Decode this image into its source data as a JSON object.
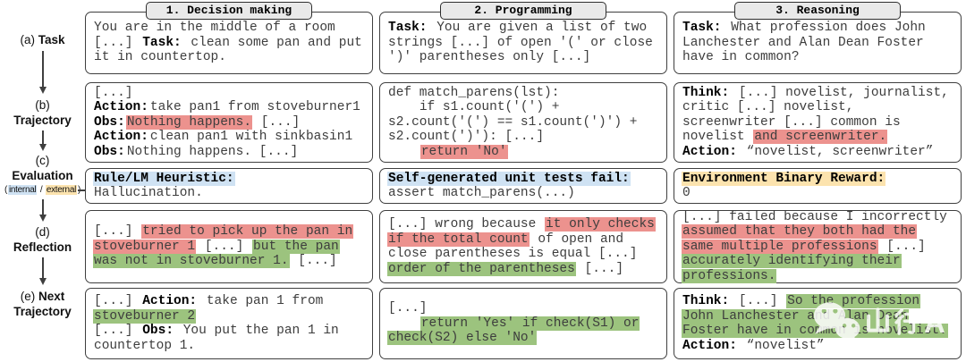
{
  "figure": {
    "rail": {
      "a": [
        {
          "t": "(a) "
        },
        {
          "t": "Task",
          "b": true
        }
      ],
      "b1": "(b)",
      "b2": "Trajectory",
      "c1": "(c)",
      "c2": "Evaluation",
      "c_sub": [
        {
          "t": "("
        },
        {
          "t": "internal",
          "hl": "blue"
        },
        {
          "t": " / "
        },
        {
          "t": "external",
          "hl": "yellow"
        },
        {
          "t": ")"
        }
      ],
      "d1": "(d)",
      "d2": "Reflection",
      "e1": [
        {
          "t": "(e) "
        },
        {
          "t": "Next",
          "b": true
        }
      ],
      "e2": "Trajectory"
    },
    "columns": [
      {
        "header": "1. Decision making",
        "task": [
          {
            "t": "You are in the middle of a room\n[...] "
          },
          {
            "t": "Task:",
            "b": true
          },
          {
            "t": " clean some pan and put\nit in countertop."
          }
        ],
        "trajectory": [
          {
            "t": "[...]\n"
          },
          {
            "t": "Action:",
            "b": true
          },
          {
            "t": "take pan1 from stoveburner1\n"
          },
          {
            "t": "Obs:",
            "b": true
          },
          {
            "t": "Nothing happens.",
            "hl": "red"
          },
          {
            "t": " [...]\n"
          },
          {
            "t": "Action:",
            "b": true
          },
          {
            "t": "clean pan1 with sinkbasin1\n"
          },
          {
            "t": "Obs:",
            "b": true
          },
          {
            "t": "Nothing happens. [...]"
          }
        ],
        "evaluation": [
          {
            "t": "Rule/LM Heuristic:",
            "b": true,
            "hl": "blue"
          },
          {
            "t": "\nHallucination."
          }
        ],
        "reflection": [
          {
            "t": "[...] "
          },
          {
            "t": "tried to pick up the pan in\nstoveburner 1",
            "hl": "red"
          },
          {
            "t": " [...] "
          },
          {
            "t": "but the pan\nwas not in stoveburner 1.",
            "hl": "green"
          },
          {
            "t": " [...]"
          }
        ],
        "next_trajectory": [
          {
            "t": "[...] "
          },
          {
            "t": "Action:",
            "b": true
          },
          {
            "t": " take pan 1 from\n"
          },
          {
            "t": "stoveburner 2",
            "hl": "green"
          },
          {
            "t": "\n[...] "
          },
          {
            "t": "Obs:",
            "b": true
          },
          {
            "t": " You put the pan 1 in\ncountertop 1."
          }
        ]
      },
      {
        "header": "2. Programming",
        "task": [
          {
            "t": "Task:",
            "b": true
          },
          {
            "t": " You are given a list of two\nstrings [...] of open '(' or close\n')' parentheses only [...]"
          }
        ],
        "trajectory": [
          {
            "t": "def match_parens(lst):\n    if s1.count('(') +\ns2.count('(') == s1.count(')') +\ns2.count(')'): [...]\n    "
          },
          {
            "t": "return 'No'",
            "hl": "red"
          }
        ],
        "evaluation": [
          {
            "t": "Self-generated unit tests fail:",
            "b": true,
            "hl": "blue"
          },
          {
            "t": "\nassert match_parens(...)"
          }
        ],
        "reflection": [
          {
            "t": "[...] wrong because "
          },
          {
            "t": "it only checks\nif the total count",
            "hl": "red"
          },
          {
            "t": " of open and\nclose parentheses is equal [...]\n"
          },
          {
            "t": "order of the parentheses",
            "hl": "green"
          },
          {
            "t": " [...]"
          }
        ],
        "next_trajectory": [
          {
            "t": "[...]\n    "
          },
          {
            "t": "return 'Yes' if check(S1) or\ncheck(S2) else 'No'",
            "hl": "green"
          }
        ]
      },
      {
        "header": "3. Reasoning",
        "task": [
          {
            "t": "Task:",
            "b": true
          },
          {
            "t": " What profession does John\nLanchester and Alan Dean Foster\nhave in common?"
          }
        ],
        "trajectory": [
          {
            "t": "Think:",
            "b": true
          },
          {
            "t": " [...] novelist, journalist,\ncritic [...] novelist,\nscreenwriter [...] common is\nnovelist "
          },
          {
            "t": "and screenwriter.",
            "hl": "red"
          },
          {
            "t": "\n"
          },
          {
            "t": "Action:",
            "b": true
          },
          {
            "t": " “novelist, screenwriter”"
          }
        ],
        "evaluation": [
          {
            "t": "Environment Binary Reward:",
            "b": true,
            "hl": "yellow"
          },
          {
            "t": "\n0"
          }
        ],
        "reflection": [
          {
            "t": "[...] failed because I incorrectly\n"
          },
          {
            "t": "assumed that they both had the\nsame multiple professions",
            "hl": "red"
          },
          {
            "t": " [...]\n"
          },
          {
            "t": "accurately identifying their\nprofessions.",
            "hl": "green"
          }
        ],
        "next_trajectory": [
          {
            "t": "Think:",
            "b": true
          },
          {
            "t": " [...] "
          },
          {
            "t": "So the profession\nJohn Lanchester and Alan Dean\nFoster have in common is novelist.",
            "hl": "green"
          },
          {
            "t": "\n"
          },
          {
            "t": "Action:",
            "b": true
          },
          {
            "t": " “novelist”"
          }
        ]
      }
    ],
    "watermark": {
      "text": "山行AI",
      "latin": "AI",
      "icon": "wechat-icon"
    },
    "colors": {
      "red": "#ec928e",
      "green": "#9cc37e",
      "blue": "#cfe2f3",
      "yellow": "#fce3ae",
      "tab_bg": "#e9e9e9"
    }
  }
}
